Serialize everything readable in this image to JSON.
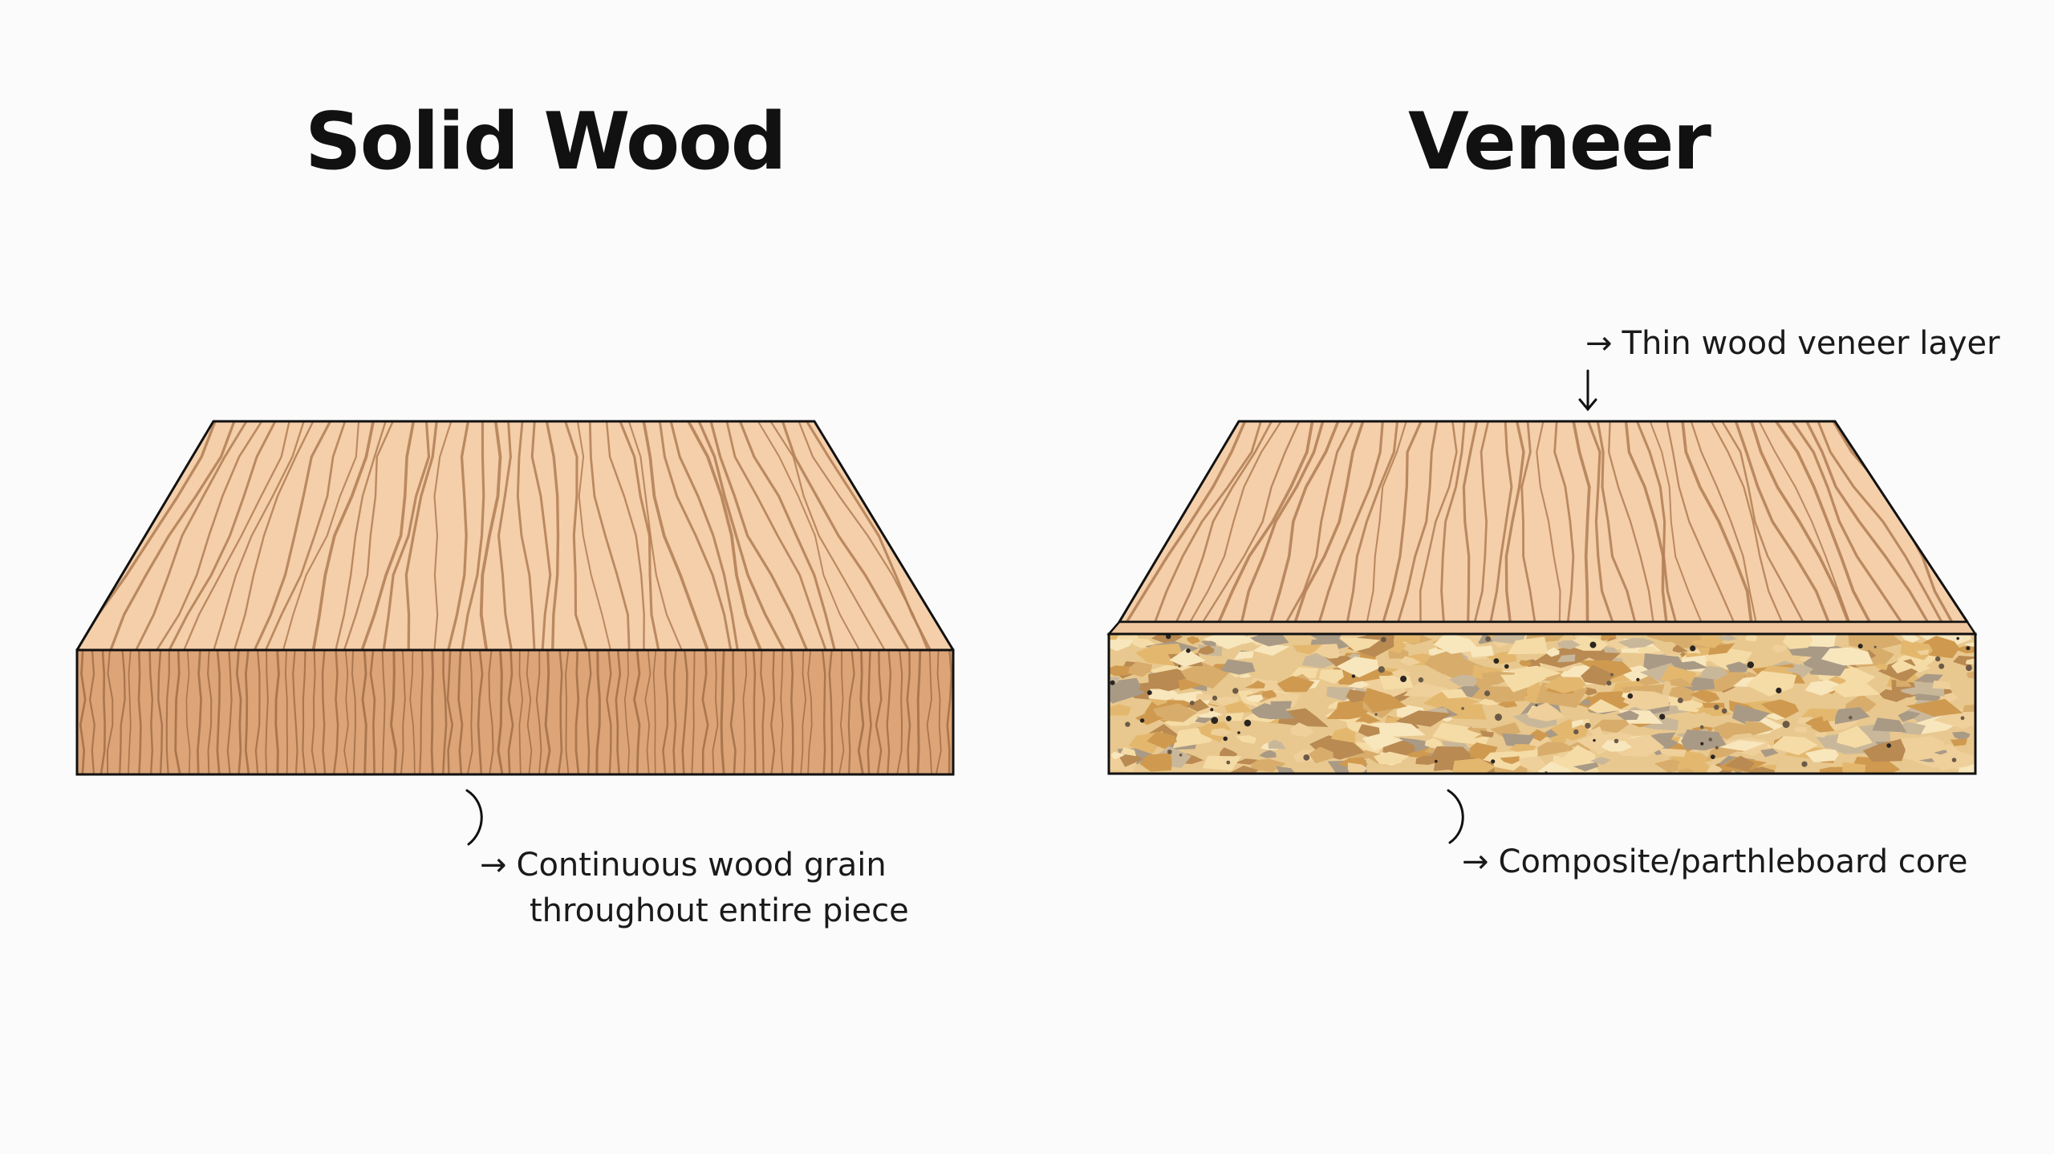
{
  "panels": {
    "solid": {
      "title": "Solid Wood",
      "callout_arrow": "→",
      "callout_line1": "Continuous wood grain",
      "callout_line2": "throughout entire piece"
    },
    "veneer": {
      "title": "Veneer",
      "top_arrow": "→",
      "top_label": "Thin wood veneer layer",
      "core_arrow": "→",
      "core_label": "Composite/parthleboard core"
    }
  },
  "colors": {
    "background": "#fbfbfb",
    "wood_top": "#f4cfa9",
    "wood_side": "#dca477",
    "grain": "#b07c54",
    "particle_base": "#e8c88e",
    "outline": "#111111"
  }
}
